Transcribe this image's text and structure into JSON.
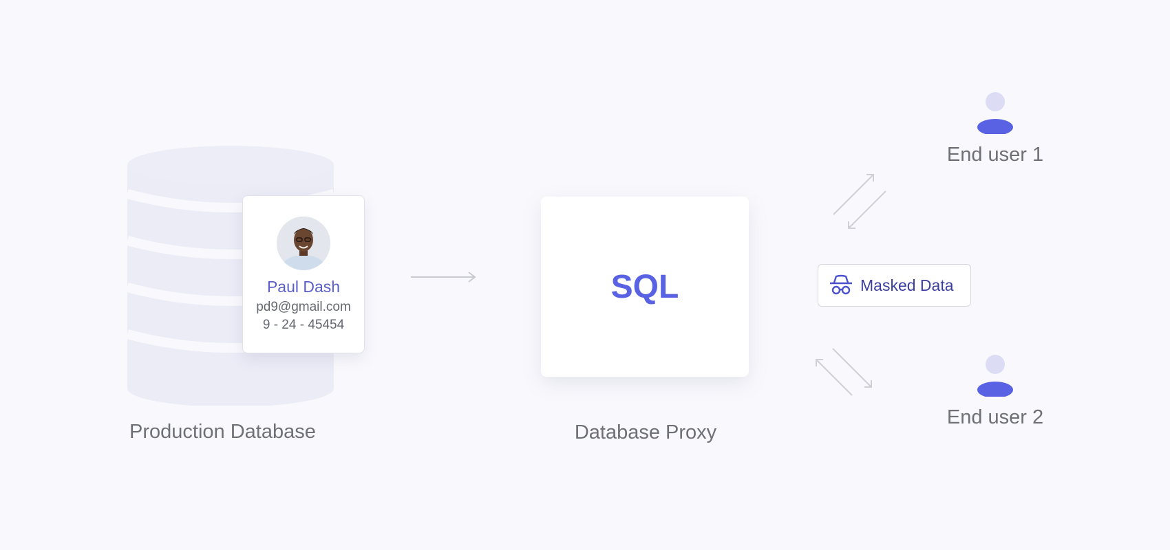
{
  "production": {
    "label": "Production Database",
    "record": {
      "name": "Paul Dash",
      "email": "pd9@gmail.com",
      "phone": "9 - 24 - 45454"
    }
  },
  "proxy": {
    "label": "Database Proxy",
    "text": "SQL"
  },
  "masked": {
    "label": "Masked Data",
    "icon": "incognito-spy-icon"
  },
  "users": [
    {
      "label": "End user 1",
      "icon": "user-icon"
    },
    {
      "label": "End user 2",
      "icon": "user-icon"
    }
  ],
  "colors": {
    "accent": "#5a62e4",
    "accent_text": "#3b3f9e",
    "name_text": "#5a60c8",
    "muted_text": "#6f7076",
    "db_fill": "#eeeef8",
    "background": "#f9f9fd"
  }
}
